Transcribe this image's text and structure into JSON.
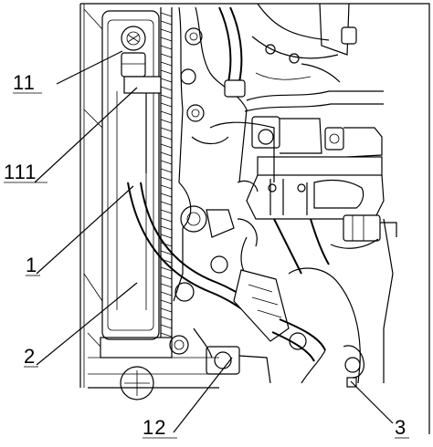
{
  "callouts": {
    "c11": "11",
    "c111": "111",
    "c1": "1",
    "c2": "2",
    "c12": "12",
    "c3": "3"
  }
}
